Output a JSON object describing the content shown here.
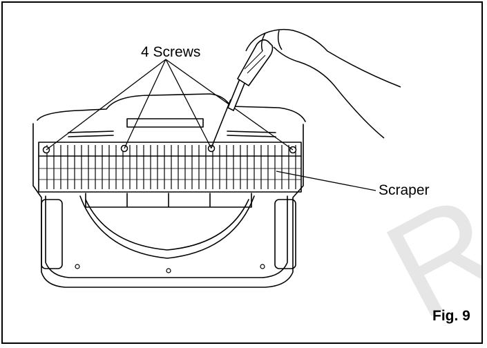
{
  "figure": {
    "screws_label": "4 Screws",
    "scraper_label": "Scraper",
    "figure_number": "Fig. 9",
    "watermark_text": "Re"
  },
  "icons": [
    "screwdriver-icon",
    "hand-icon",
    "screw-icon"
  ],
  "colors": {
    "line": "#000000",
    "background": "#ffffff",
    "watermark": "#e6e6e6"
  }
}
